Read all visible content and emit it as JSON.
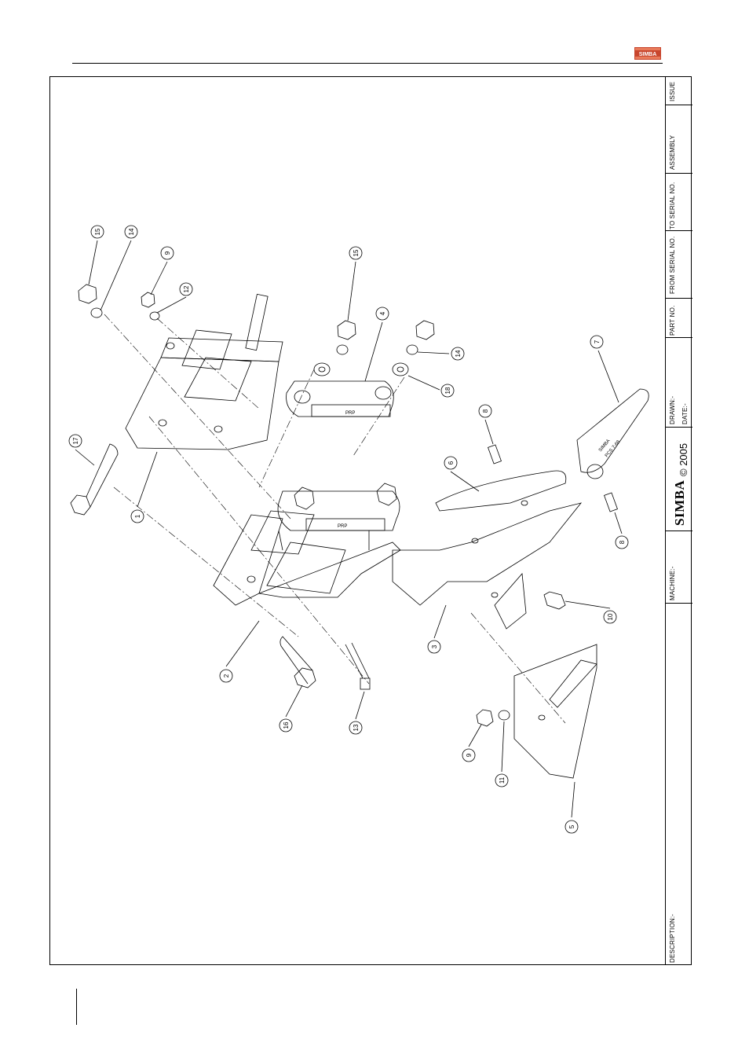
{
  "header": {
    "logo_text": "SIMBA"
  },
  "title_block": {
    "issue": "ISSUE",
    "assembly": "ASSEMBLY",
    "to_serial": "TO SERIAL NO.",
    "from_serial": "FROM SERIAL NO.",
    "part_no": "PART NO.",
    "drawn": "DRAWN:-",
    "date": "DATE:-",
    "brand": "SIMBA",
    "copyright": "© 2005",
    "machine": "MACHINE:-",
    "description": "DESCRIPTION:-"
  },
  "callouts": [
    "1",
    "2",
    "3",
    "4",
    "5",
    "6",
    "7",
    "8",
    "8",
    "9",
    "9",
    "10",
    "11",
    "12",
    "13",
    "14",
    "14",
    "15",
    "15",
    "16",
    "17",
    "18"
  ],
  "stamps": {
    "plate_mark": "PRP",
    "point_mark_1": "SIMBA",
    "point_mark_2": "PCS 7-68"
  }
}
